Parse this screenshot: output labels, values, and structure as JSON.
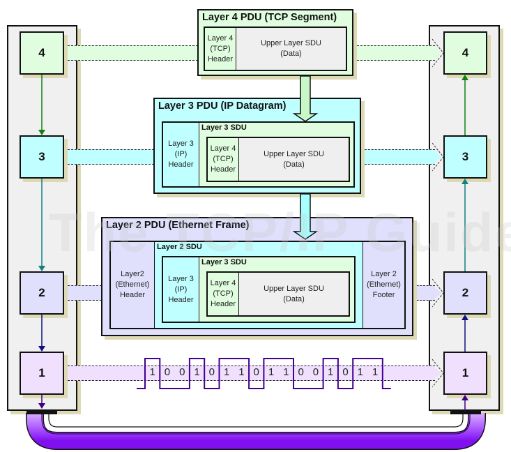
{
  "watermark": "The TCP/IP Guide",
  "left_stack": {
    "layers": [
      {
        "label": "4",
        "color": "#e0fde0"
      },
      {
        "label": "3",
        "color": "#c0ffff"
      },
      {
        "label": "2",
        "color": "#e0e0fd"
      },
      {
        "label": "1",
        "color": "#f0e0fd"
      }
    ]
  },
  "right_stack": {
    "layers": [
      {
        "label": "4",
        "color": "#e0fde0"
      },
      {
        "label": "3",
        "color": "#c0ffff"
      },
      {
        "label": "2",
        "color": "#e0e0fd"
      },
      {
        "label": "1",
        "color": "#f0e0fd"
      }
    ]
  },
  "layer4_pdu": {
    "title": "Layer 4 PDU (TCP Segment)",
    "header": "Layer 4 (TCP) Header",
    "data": "Upper Layer SDU (Data)"
  },
  "layer3_pdu": {
    "title": "Layer 3 PDU (IP Datagram)",
    "header": "Layer 3 (IP) Header",
    "sdu_title": "Layer 3 SDU",
    "l4_header": "Layer 4 (TCP) Header",
    "data": "Upper Layer SDU (Data)"
  },
  "layer2_pdu": {
    "title": "Layer 2 PDU (Ethernet Frame)",
    "header": "Layer2 (Ethernet) Header",
    "footer": "Layer 2 (Ethernet) Footer",
    "sdu_title": "Layer 2 SDU",
    "l3_header": "Layer 3 (IP) Header",
    "l3_sdu_title": "Layer 3 SDU",
    "l4_header": "Layer 4 (TCP) Header",
    "data": "Upper Layer SDU (Data)"
  },
  "physical_bits": [
    "1",
    "0",
    "0",
    "1",
    "0",
    "1",
    "1",
    "0",
    "1",
    "1",
    "0",
    "0",
    "1",
    "0",
    "1",
    "1"
  ],
  "colors": {
    "layer4": "#e0fde0",
    "layer3": "#c0ffff",
    "layer2": "#e0e0fd",
    "layer1": "#f0e0fd",
    "data": "#efefef",
    "stack_bg": "#f0f0f0",
    "arrow_l4": "#108010",
    "arrow_l3": "#108080",
    "arrow_l2": "#101080",
    "arrow_l1": "#400080",
    "signal": "#400090",
    "cable": "#9020f0"
  }
}
